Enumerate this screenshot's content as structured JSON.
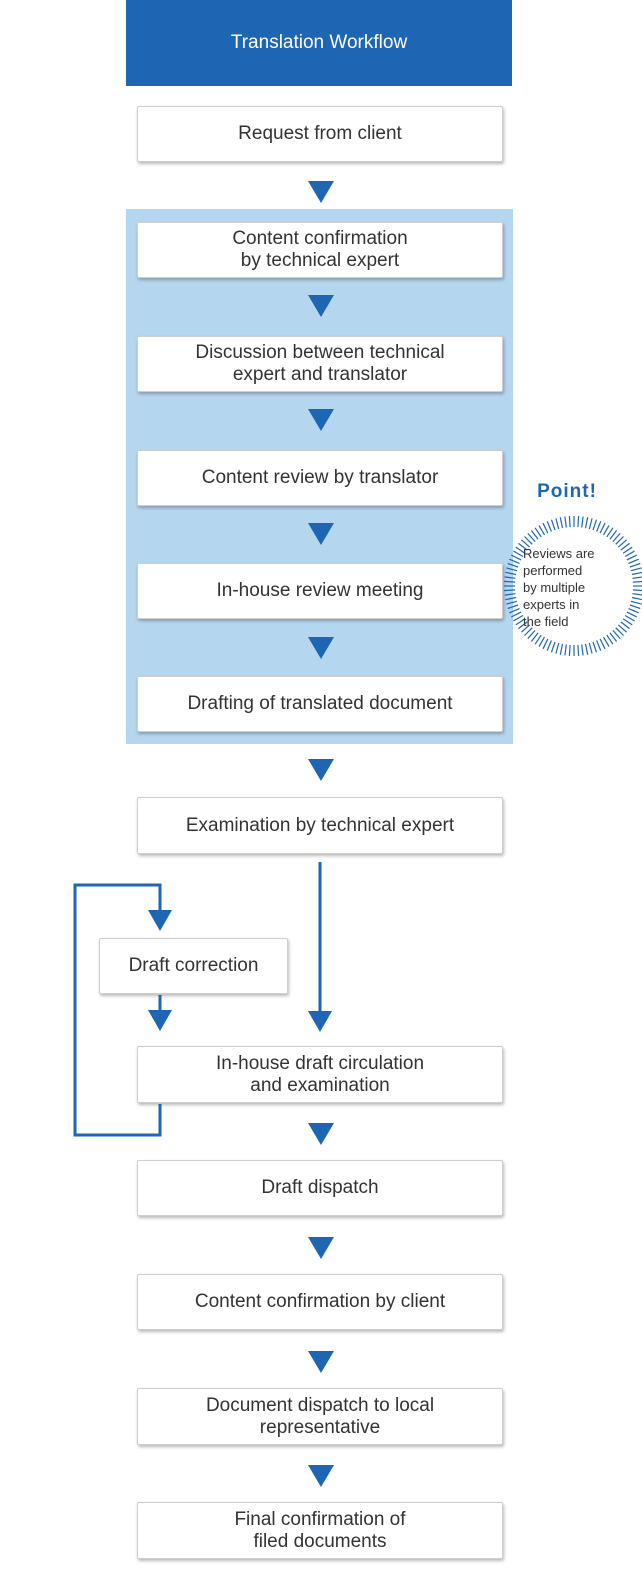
{
  "header": {
    "title": "Translation Workflow"
  },
  "steps": [
    {
      "label": "Request from client"
    },
    {
      "label": "Content confirmation\nby technical expert"
    },
    {
      "label": "Discussion between technical\nexpert and translator"
    },
    {
      "label": "Content review by translator"
    },
    {
      "label": "In-house review meeting"
    },
    {
      "label": "Drafting of translated document"
    },
    {
      "label": "Examination by technical expert"
    },
    {
      "label": "Draft correction"
    },
    {
      "label": "In-house draft circulation\nand examination"
    },
    {
      "label": "Draft dispatch"
    },
    {
      "label": "Content confirmation by client"
    },
    {
      "label": "Document dispatch to local\nrepresentative"
    },
    {
      "label": "Final confirmation of\nfiled documents"
    }
  ],
  "point": {
    "title": "Point!",
    "text": "Reviews are\nperformed\nby multiple\nexperts in\nthe field"
  },
  "colors": {
    "accent": "#1e66b4",
    "band": "#b5d6ef",
    "box_border": "#cfcfcf",
    "text": "#333333"
  }
}
